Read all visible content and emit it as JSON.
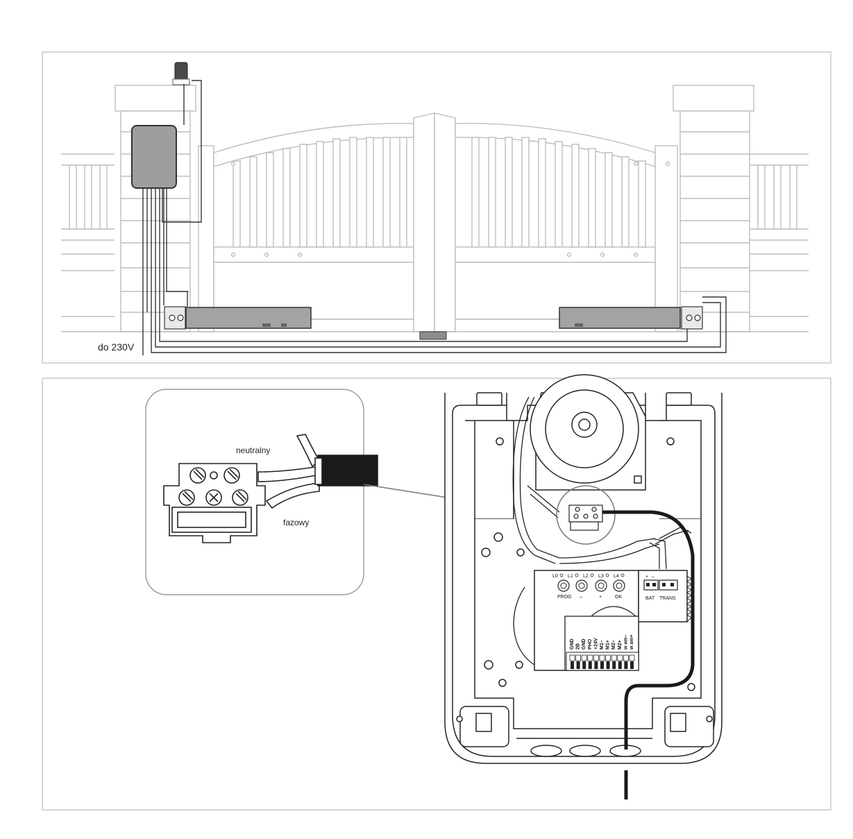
{
  "gate_diagram": {
    "power_label": "do 230V"
  },
  "wiring_detail": {
    "neutral_label": "neutralny",
    "phase_label": "fazowy"
  },
  "control_board": {
    "led_labels": [
      "L0",
      "L1",
      "L2",
      "L3",
      "L4"
    ],
    "button_labels": [
      "PROG",
      "–",
      "+",
      "OK"
    ],
    "connector_labels": [
      "BAT",
      "TRANS"
    ],
    "connector_polarity": [
      "+",
      "–"
    ],
    "terminal_labels": [
      "GND",
      "2B",
      "GND",
      "PHO",
      "+24V",
      "M1–",
      "M1+",
      "M2–",
      "M2+",
      "w am–",
      "w am+"
    ]
  }
}
